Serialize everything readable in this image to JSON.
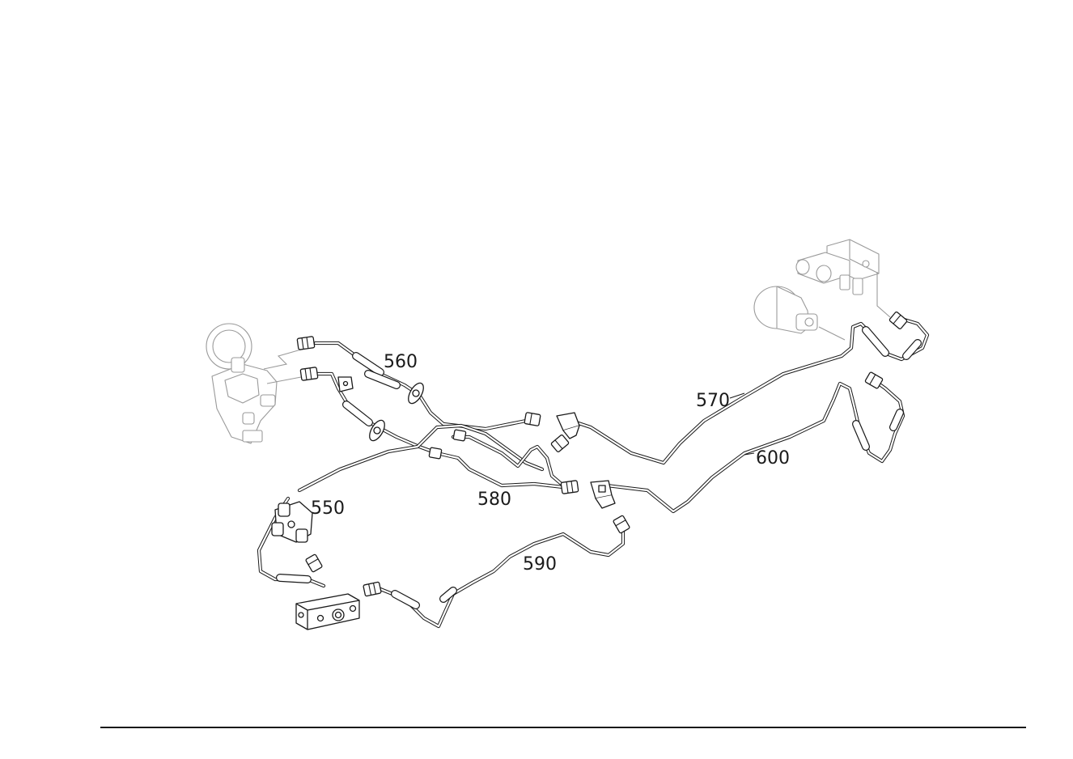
{
  "diagram": {
    "callouts": {
      "c550": "550",
      "c560": "560",
      "c570": "570",
      "c580": "580",
      "c590": "590",
      "c600": "600"
    }
  }
}
